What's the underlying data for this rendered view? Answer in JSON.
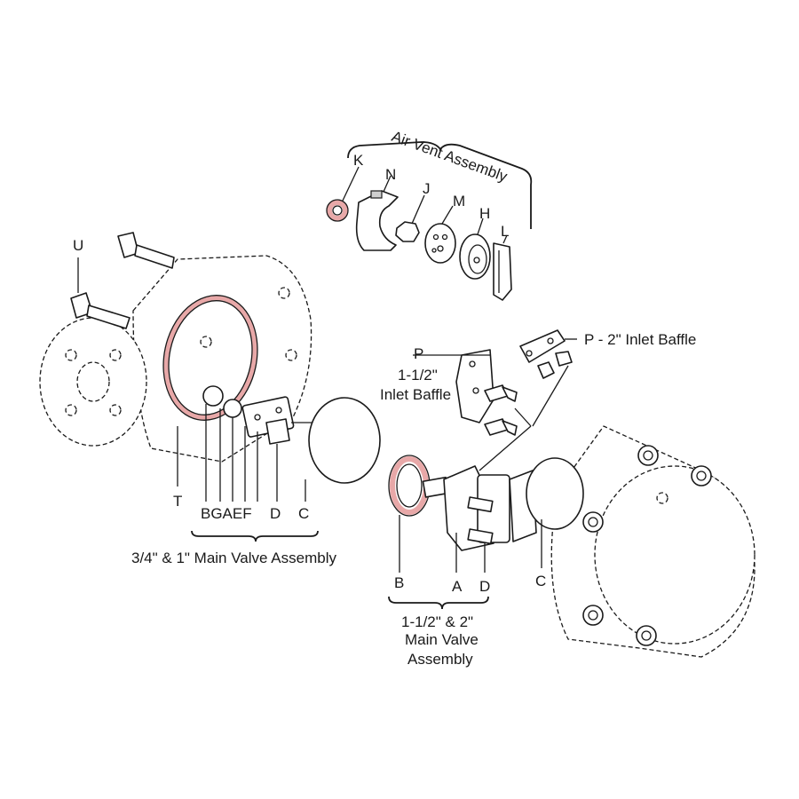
{
  "labels": {
    "air_vent_title": "Air Vent Assembly",
    "K": "K",
    "N": "N",
    "J": "J",
    "M": "M",
    "H": "H",
    "L": "L",
    "U": "U",
    "P_left": "P",
    "inlet_baffle_line1": "1-1/2\"",
    "inlet_baffle_line2": "Inlet Baffle",
    "P_right": "P - 2\" Inlet Baffle",
    "T": "T",
    "small_valve_letters": "BGAEF",
    "D_small": "D",
    "C_small": "C",
    "small_assembly_title": "3/4\" & 1\" Main Valve Assembly",
    "B_large": "B",
    "A_large": "A",
    "D_large": "D",
    "C_large": "C",
    "large_assembly_line1": "1-1/2\" & 2\"",
    "large_assembly_line2": "Main Valve",
    "large_assembly_line3": "Assembly"
  },
  "colors": {
    "highlight": "#e8a8a8",
    "ink": "#1a1a1a"
  }
}
